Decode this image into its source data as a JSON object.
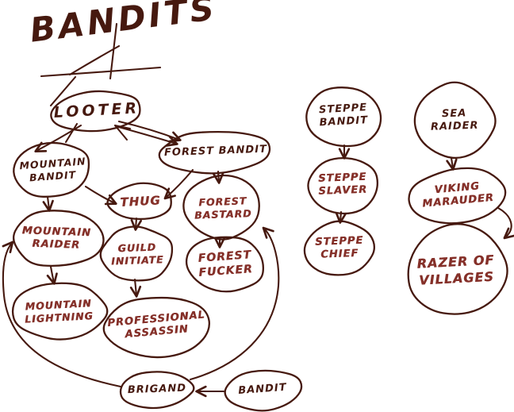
{
  "title": "BANDITS",
  "colors": {
    "ink": "#46190f",
    "marker": "#853029",
    "background": "#ffffff"
  },
  "diagram": {
    "style": "hand-drawn sketch tech tree",
    "nodes": [
      {
        "id": "looter",
        "label": "LOOTER",
        "ink": "dark"
      },
      {
        "id": "mountain-bandit",
        "label": "MOUNTAIN BANDIT",
        "ink": "dark"
      },
      {
        "id": "forest-bandit",
        "label": "FOREST BANDIT",
        "ink": "dark"
      },
      {
        "id": "thug",
        "label": "THUG",
        "ink": "red"
      },
      {
        "id": "forest-bastard",
        "label": "FOREST BASTARD",
        "ink": "red"
      },
      {
        "id": "mountain-raider",
        "label": "MOUNTAIN RAIDER",
        "ink": "red"
      },
      {
        "id": "guild-initiate",
        "label": "GUILD INITIATE",
        "ink": "red"
      },
      {
        "id": "forest-fucker",
        "label": "FOREST FUCKER",
        "ink": "red"
      },
      {
        "id": "mountain-lightning",
        "label": "MOUNTAIN LIGHTNING",
        "ink": "red"
      },
      {
        "id": "professional-assassin",
        "label": "PROFESSIONAL ASSASSIN",
        "ink": "red"
      },
      {
        "id": "brigand",
        "label": "BRIGAND",
        "ink": "dark"
      },
      {
        "id": "bandit",
        "label": "BANDIT",
        "ink": "dark"
      },
      {
        "id": "steppe-bandit",
        "label": "STEPPE BANDIT",
        "ink": "dark"
      },
      {
        "id": "steppe-slaver",
        "label": "STEPPE SLAVER",
        "ink": "red"
      },
      {
        "id": "steppe-chief",
        "label": "STEPPE CHIEF",
        "ink": "red"
      },
      {
        "id": "sea-raider",
        "label": "SEA RAIDER",
        "ink": "dark"
      },
      {
        "id": "viking-marauder",
        "label": "VIKING MARAUDER",
        "ink": "red"
      },
      {
        "id": "razer-of-villages",
        "label": "RAZER OF VILLAGES",
        "ink": "red"
      }
    ],
    "edges": [
      {
        "from": "looter",
        "to": "mountain-bandit"
      },
      {
        "from": "looter",
        "to": "forest-bandit"
      },
      {
        "from": "mountain-bandit",
        "to": "thug"
      },
      {
        "from": "forest-bandit",
        "to": "thug"
      },
      {
        "from": "forest-bandit",
        "to": "forest-bastard"
      },
      {
        "from": "mountain-bandit",
        "to": "mountain-raider"
      },
      {
        "from": "thug",
        "to": "guild-initiate"
      },
      {
        "from": "forest-bastard",
        "to": "forest-fucker"
      },
      {
        "from": "mountain-raider",
        "to": "mountain-lightning"
      },
      {
        "from": "guild-initiate",
        "to": "professional-assassin"
      },
      {
        "from": "bandit",
        "to": "brigand"
      },
      {
        "from": "brigand",
        "to": "mountain-raider"
      },
      {
        "from": "brigand",
        "to": "forest-bastard"
      },
      {
        "from": "steppe-bandit",
        "to": "steppe-slaver"
      },
      {
        "from": "steppe-slaver",
        "to": "steppe-chief"
      },
      {
        "from": "sea-raider",
        "to": "viking-marauder"
      },
      {
        "from": "viking-marauder",
        "to": "razer-of-villages"
      }
    ]
  }
}
